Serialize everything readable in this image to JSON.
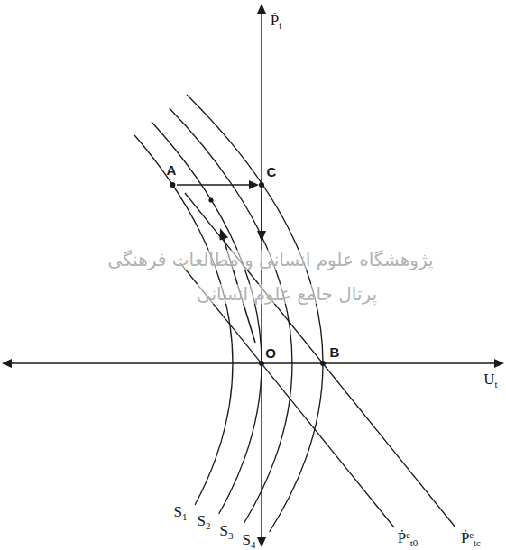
{
  "diagram": {
    "labels": [
      "Ṗt",
      "A",
      "C",
      "O",
      "B",
      "Ut",
      "S1",
      "S2",
      "S3",
      "S4",
      "Ṗᵉt0",
      "Ṗᵉtc",
      "پژوهشگاه علوم انسانی و مطالعات فرهنگی",
      "پرتال جامع علوم انسانی"
    ]
  }
}
